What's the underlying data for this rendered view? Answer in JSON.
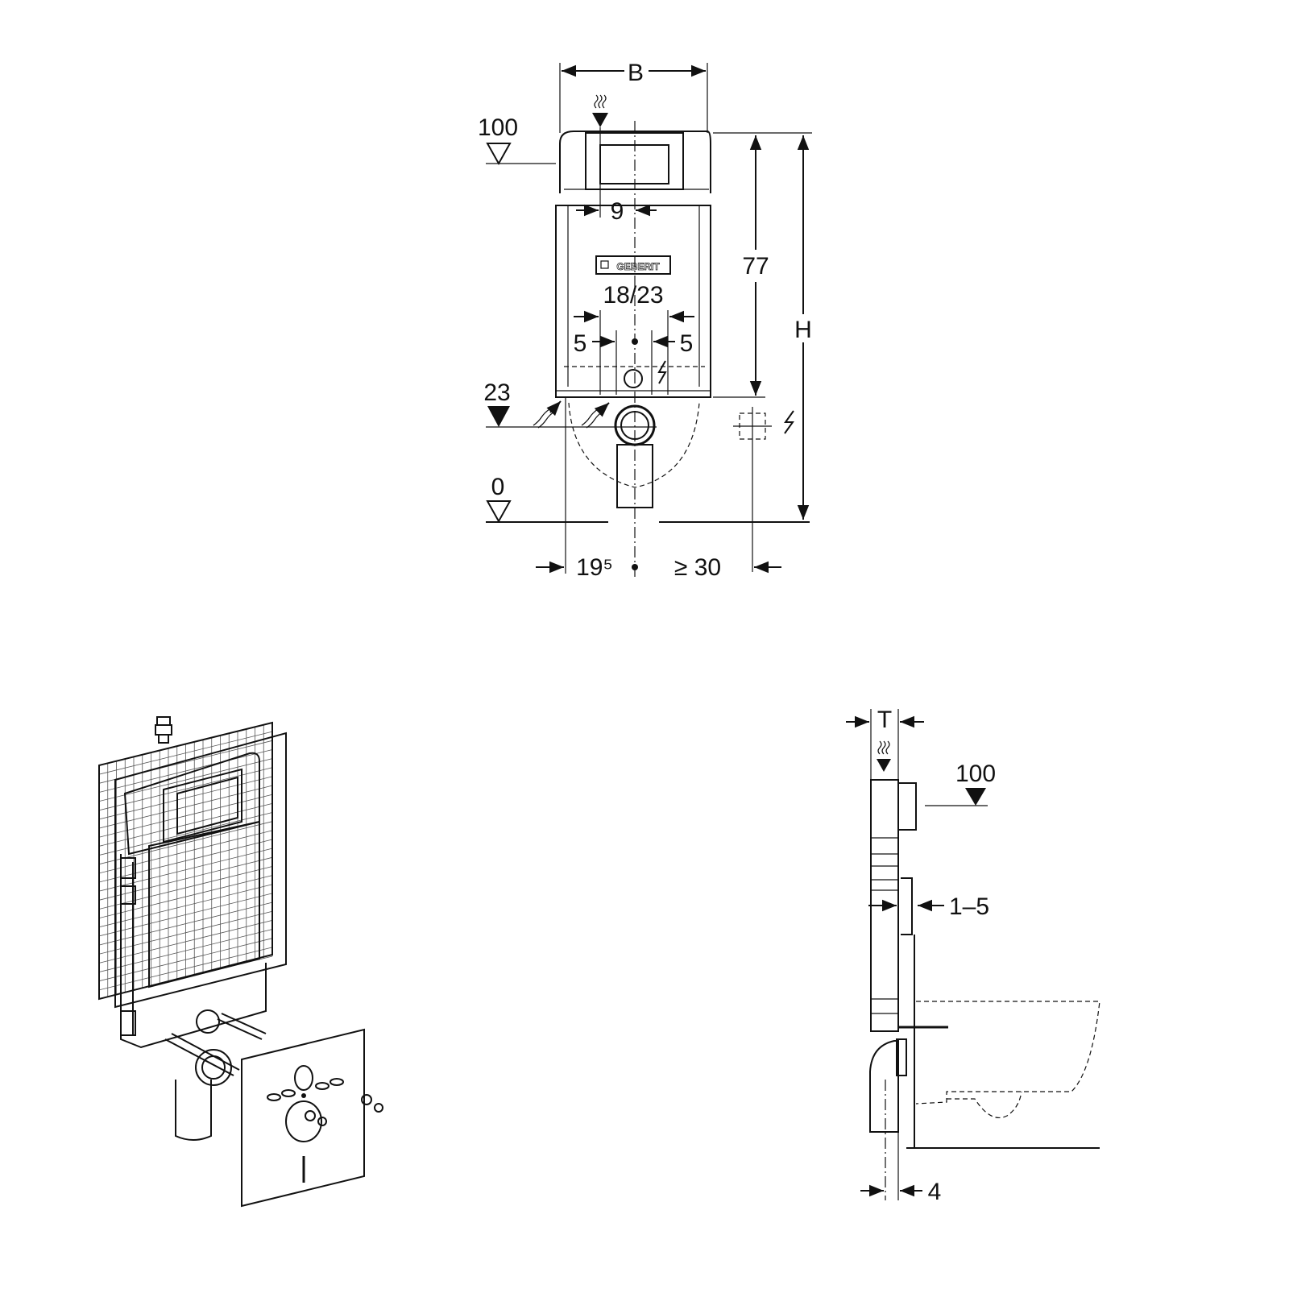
{
  "front_view": {
    "width_label": "B",
    "height_label": "H",
    "level_top": "100",
    "level_inlet": "23",
    "level_floor": "0",
    "dim_flush_offset": "9",
    "dim_cistern_height": "77",
    "dim_spacing": "18/23",
    "dim_left": "5",
    "dim_right": "5",
    "dim_side_distance": "19⁵",
    "dim_min_distance": "≥ 30",
    "brand_plate": "GEBERIT"
  },
  "side_view": {
    "depth_label": "T",
    "level_top": "100",
    "dim_wall_cover": "1–5",
    "dim_pipe_offset": "4"
  }
}
